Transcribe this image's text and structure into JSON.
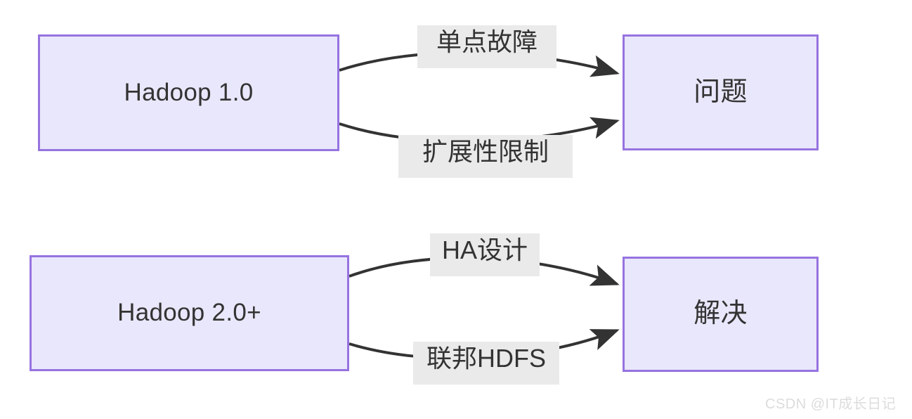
{
  "diagram": {
    "type": "flowchart",
    "background_color": "#ffffff",
    "node_fill_color": "#e9e7fb",
    "node_border_color": "#9673e0",
    "edge_color": "#333333",
    "edge_label_background": "#eaeaea",
    "nodes": [
      {
        "id": "hadoop1",
        "label": "Hadoop 1.0",
        "script": "latin"
      },
      {
        "id": "problem",
        "label": "问题",
        "script": "cjk"
      },
      {
        "id": "hadoop2",
        "label": "Hadoop 2.0+",
        "script": "latin"
      },
      {
        "id": "solution",
        "label": "解决",
        "script": "cjk"
      }
    ],
    "edges": [
      {
        "id": "e1",
        "from": "hadoop1",
        "to": "problem",
        "label": "单点故障"
      },
      {
        "id": "e2",
        "from": "hadoop1",
        "to": "problem",
        "label": "扩展性限制"
      },
      {
        "id": "e3",
        "from": "hadoop2",
        "to": "solution",
        "label": "HA设计"
      },
      {
        "id": "e4",
        "from": "hadoop2",
        "to": "solution",
        "label": "联邦HDFS"
      }
    ]
  },
  "watermark": {
    "text": "CSDN @IT成长日记"
  }
}
